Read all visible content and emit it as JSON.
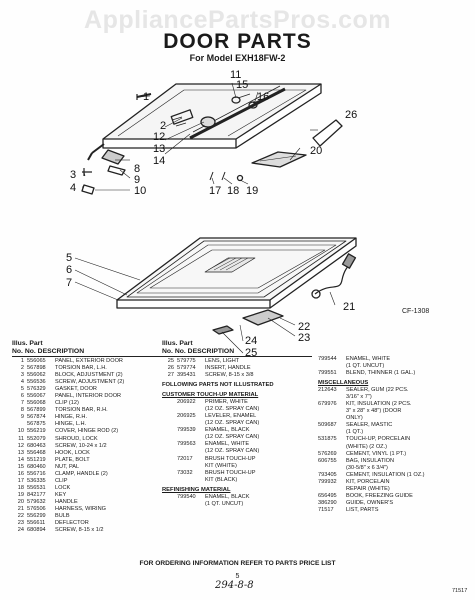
{
  "watermark": "AppliancePartsPros.com",
  "title": "DOOR PARTS",
  "subtitle": "For Model EXH18FW-2",
  "figure_code": "CF-1308",
  "callouts": [
    "1",
    "2",
    "3",
    "4",
    "5",
    "6",
    "7",
    "8",
    "9",
    "10",
    "11",
    "12",
    "13",
    "14",
    "15",
    "16",
    "17",
    "18",
    "19",
    "20",
    "21",
    "22",
    "23",
    "24",
    "25",
    "26"
  ],
  "table": {
    "col1_header_1": "Illus.  Part",
    "col1_header_2": "No.      No.              DESCRIPTION",
    "col1_rows": [
      [
        "1",
        "556065",
        "PANEL, EXTERIOR DOOR"
      ],
      [
        "2",
        "567898",
        "TORSION BAR, L.H."
      ],
      [
        "3",
        "556062",
        "BLOCK, ADJUSTMENT (2)"
      ],
      [
        "4",
        "556536",
        "SCREW, ADJUSTMENT (2)"
      ],
      [
        "5",
        "576329",
        "GASKET, DOOR"
      ],
      [
        "6",
        "556067",
        "PANEL, INTERIOR DOOR"
      ],
      [
        "7",
        "556068",
        "CLIP (12)"
      ],
      [
        "8",
        "567899",
        "TORSION BAR, R.H."
      ],
      [
        "9",
        "567874",
        "HINGE, R.H."
      ],
      [
        "",
        "567875",
        "HINGE, L.H."
      ],
      [
        "10",
        "556219",
        "COVER, HINGE ROD (2)"
      ],
      [
        "11",
        "552079",
        "SHROUD, LOCK"
      ],
      [
        "12",
        "680463",
        "SCREW, 10-24 x 1/2"
      ],
      [
        "13",
        "556468",
        "HOOK, LOCK"
      ],
      [
        "14",
        "551219",
        "PLATE, BOLT"
      ],
      [
        "15",
        "680460",
        "NUT, PAL"
      ],
      [
        "16",
        "556716",
        "CLAMP, HANDLE (2)"
      ],
      [
        "17",
        "536335",
        "CLIP"
      ],
      [
        "18",
        "556531",
        "LOCK"
      ],
      [
        "19",
        "842177",
        "KEY"
      ],
      [
        "20",
        "579632",
        "HANDLE"
      ],
      [
        "21",
        "576506",
        "HARNESS, WIRING"
      ],
      [
        "22",
        "556299",
        "BULB"
      ],
      [
        "23",
        "556611",
        "DEFLECTOR"
      ],
      [
        "24",
        "680894",
        "SCREW, 8-15 x 1/2"
      ]
    ],
    "col2_header_1": "Illus.  Part",
    "col2_header_2": "No.      No.              DESCRIPTION",
    "col2_rows": [
      [
        "25",
        "579775",
        "LENS, LIGHT"
      ],
      [
        "26",
        "579774",
        "INSERT, HANDLE"
      ],
      [
        "27",
        "395431",
        "SCREW, 8-15 x 3/8"
      ]
    ],
    "col2_note": "FOLLOWING PARTS NOT ILLUSTRATED",
    "col2_sect1": "CUSTOMER TOUCH-UP MATERIAL",
    "col2_sect1_rows": [
      [
        "",
        "206922",
        "PRIMER, WHITE"
      ],
      [
        "",
        "",
        "(12 OZ. SPRAY CAN)"
      ],
      [
        "",
        "206925",
        "LEVELER, ENAMEL"
      ],
      [
        "",
        "",
        "(12 OZ. SPRAY CAN)"
      ],
      [
        "",
        "799539",
        "ENAMEL, BLACK"
      ],
      [
        "",
        "",
        "(12 OZ. SPRAY CAN)"
      ],
      [
        "",
        "799563",
        "ENAMEL, WHITE"
      ],
      [
        "",
        "",
        "(12 OZ. SPRAY CAN)"
      ],
      [
        "",
        "72017",
        "BRUSH TOUCH-UP"
      ],
      [
        "",
        "",
        "KIT (WHITE)"
      ],
      [
        "",
        "73032",
        "BRUSH TOUCH-UP"
      ],
      [
        "",
        "",
        "KIT (BLACK)"
      ]
    ],
    "col2_sect2": "REFINISHING MATERIAL",
    "col2_sect2_rows": [
      [
        "",
        "799540",
        "ENAMEL, BLACK"
      ],
      [
        "",
        "",
        "(1 QT. UNCUT)"
      ]
    ],
    "col3_rows_top": [
      [
        "799544",
        "ENAMEL, WHITE"
      ],
      [
        "",
        "(1 QT. UNCUT)"
      ],
      [
        "799551",
        "BLEND, THINNER (1 GAL.)"
      ]
    ],
    "col3_sect": "MISCELLANEOUS",
    "col3_rows": [
      [
        "212643",
        "SEALER, GUM (22 PCS."
      ],
      [
        "",
        "3/16\" x 7\")"
      ],
      [
        "679976",
        "KIT, INSULATION (2 PCS."
      ],
      [
        "",
        "3\" x 28\" x 48\") (DOOR"
      ],
      [
        "",
        "ONLY)"
      ],
      [
        "509687",
        "SEALER, MASTIC"
      ],
      [
        "",
        "(1 QT.)"
      ],
      [
        "531875",
        "TOUCH-UP, PORCELAIN"
      ],
      [
        "",
        "(WHITE) (2 OZ.)"
      ],
      [
        "576269",
        "CEMENT, VINYL (1 PT.)"
      ],
      [
        "606755",
        "BAG, INSULATION"
      ],
      [
        "",
        "(30-5/8\" x 6 3/4\")"
      ],
      [
        "793405",
        "CEMENT, INSULATION (1 OZ.)"
      ],
      [
        "799932",
        "KIT, PORCELAIN"
      ],
      [
        "",
        "REPAIR (WHITE)"
      ],
      [
        "656495",
        "BOOK, FREEZING GUIDE"
      ],
      [
        "386290",
        "GUIDE, OWNER'S"
      ],
      [
        "71517",
        "LIST, PARTS"
      ]
    ]
  },
  "footer": "FOR ORDERING INFORMATION REFER TO PARTS PRICE LIST",
  "page_number": "5",
  "handwritten": "294-8-8",
  "corner_code": "71517"
}
